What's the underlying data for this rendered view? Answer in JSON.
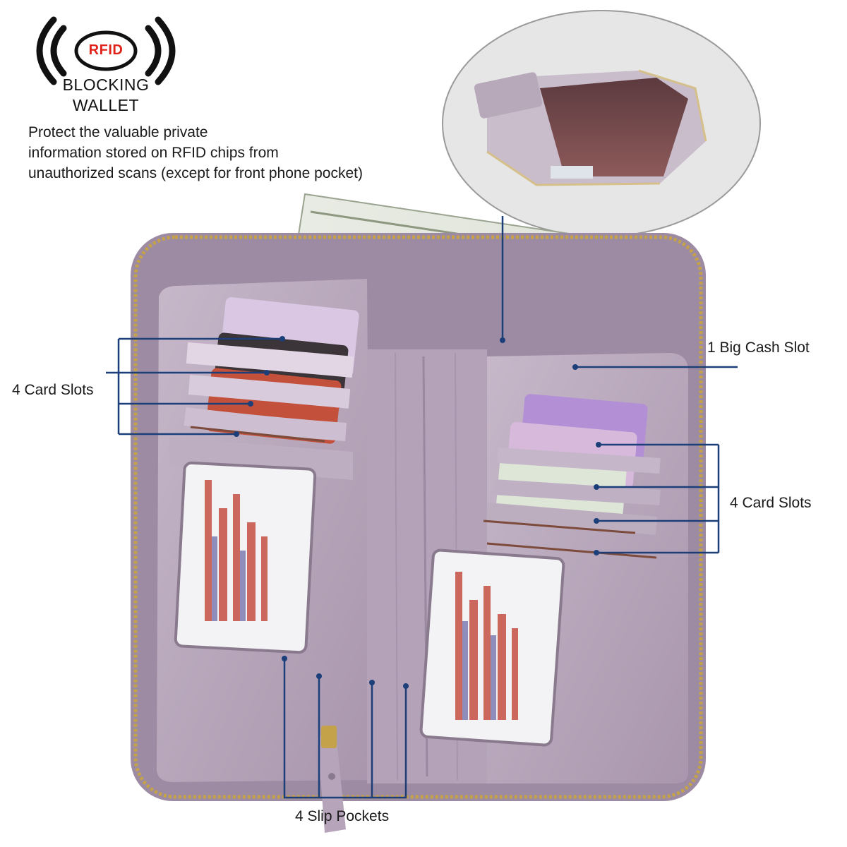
{
  "badge": {
    "rfid": "RFID",
    "line1": "BLOCKING",
    "line2": "WALLET"
  },
  "description": {
    "line1": "Protect the valuable private",
    "line2": "information stored on RFID chips from",
    "line3": "unauthorized scans (except for front phone pocket)"
  },
  "callouts": {
    "cash_slot": "1 Big Cash Slot",
    "left_cards": "4 Card Slots",
    "right_cards": "4 Card Slots",
    "slip_pockets": "4 Slip Pockets"
  },
  "colors": {
    "wallet": "#b9a9bd",
    "wallet_dark": "#9d8ba3",
    "zipper": "#c4a24a",
    "callout_line": "#1c3f7a",
    "rfid_red": "#e0231a"
  }
}
